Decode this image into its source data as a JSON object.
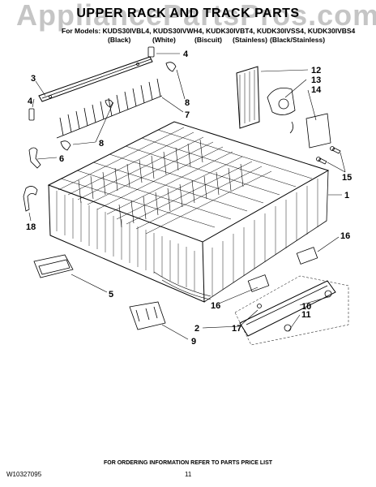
{
  "watermark": "AppliancePartsPros.com",
  "title": "UPPER RACK AND TRACK PARTS",
  "models": "For Models: KUDS30IVBL4, KUDS30IVWH4, KUDK30IVBT4, KUDK30IVSS4, KUDK30IVBS4",
  "colors": [
    "(Black)",
    "(White)",
    "(Biscuit)",
    "(Stainless)",
    "(Black/Stainless)"
  ],
  "callouts": [
    "4",
    "3",
    "4",
    "8",
    "7",
    "12",
    "13",
    "14",
    "8",
    "6",
    "15",
    "1",
    "18",
    "16",
    "5",
    "16",
    "10",
    "11",
    "17",
    "2",
    "9"
  ],
  "footer_note": "FOR ORDERING INFORMATION REFER TO PARTS PRICE LIST",
  "doc_number": "W10327095",
  "page_number": "11"
}
